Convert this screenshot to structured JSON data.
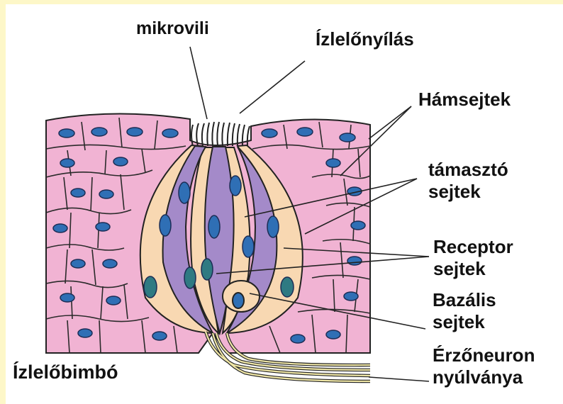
{
  "labels": {
    "mikrovili": "mikrovili",
    "pore": "Ízlelőnyílás",
    "epithelial": "Hámsejtek",
    "supporting_1": "támasztó",
    "supporting_2": "sejtek",
    "receptor_1": "Receptor",
    "receptor_2": "sejtek",
    "basal_1": "Bazális",
    "basal_2": "sejtek",
    "neuron_1": "Érzőneuron",
    "neuron_2": "nyúlványa",
    "bud": "Ízlelőbimbó"
  },
  "colors": {
    "epithelium": "#f1b3d3",
    "nucleus": "#2f6fb5",
    "supporting_cell": "#f8d8b2",
    "receptor_cell": "#a48ac9",
    "nerve": "#efe6a6",
    "background_frame": "#fdf7c8"
  }
}
